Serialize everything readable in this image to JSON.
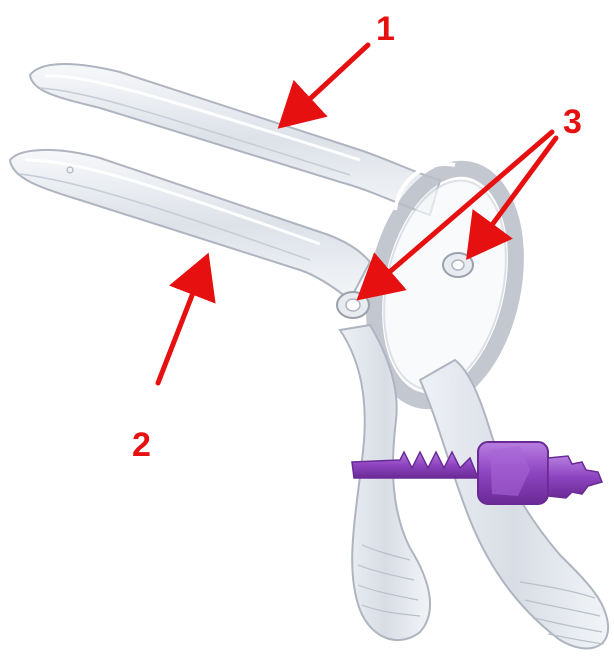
{
  "figure": {
    "background": "#ffffff",
    "instrument": {
      "name": "speculum",
      "body_color": "#e9ecf1",
      "outline_color": "#aeb5c0",
      "highlight_color": "#ffffff",
      "screw_color": "#8e44c0",
      "screw_dark": "#6a2a96",
      "screw_light": "#b77ee0"
    },
    "arrow_color": "#e61010",
    "callouts": [
      {
        "id": "1",
        "label": "1"
      },
      {
        "id": "2",
        "label": "2"
      },
      {
        "id": "3",
        "label": "3"
      }
    ]
  }
}
